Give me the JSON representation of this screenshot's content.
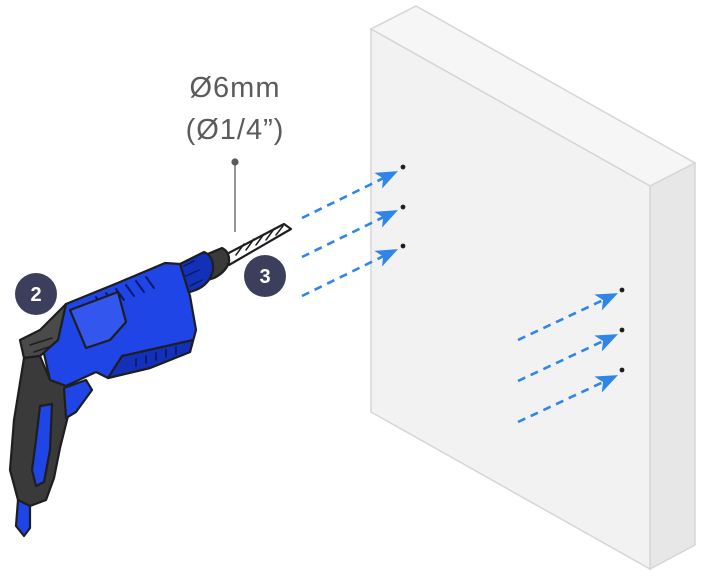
{
  "dimension": {
    "metric": "Ø6mm",
    "imperial": "(Ø1/4”)"
  },
  "steps": {
    "drill_step": "2",
    "drilling_step": "3"
  },
  "colors": {
    "drill_body": "#1f45e6",
    "drill_dark": "#1330b8",
    "drill_handle": "#3a3a3a",
    "step_badge": "#3b3f5c",
    "arrow": "#2f86e8",
    "wall_front": "#f2f2f2",
    "wall_side": "#e7e7e7",
    "wall_top": "#f6f6f6",
    "outline": "#1e1e1e"
  },
  "icons": {
    "tool": "hammer-drill-icon",
    "arrow": "dashed-arrow-icon"
  }
}
